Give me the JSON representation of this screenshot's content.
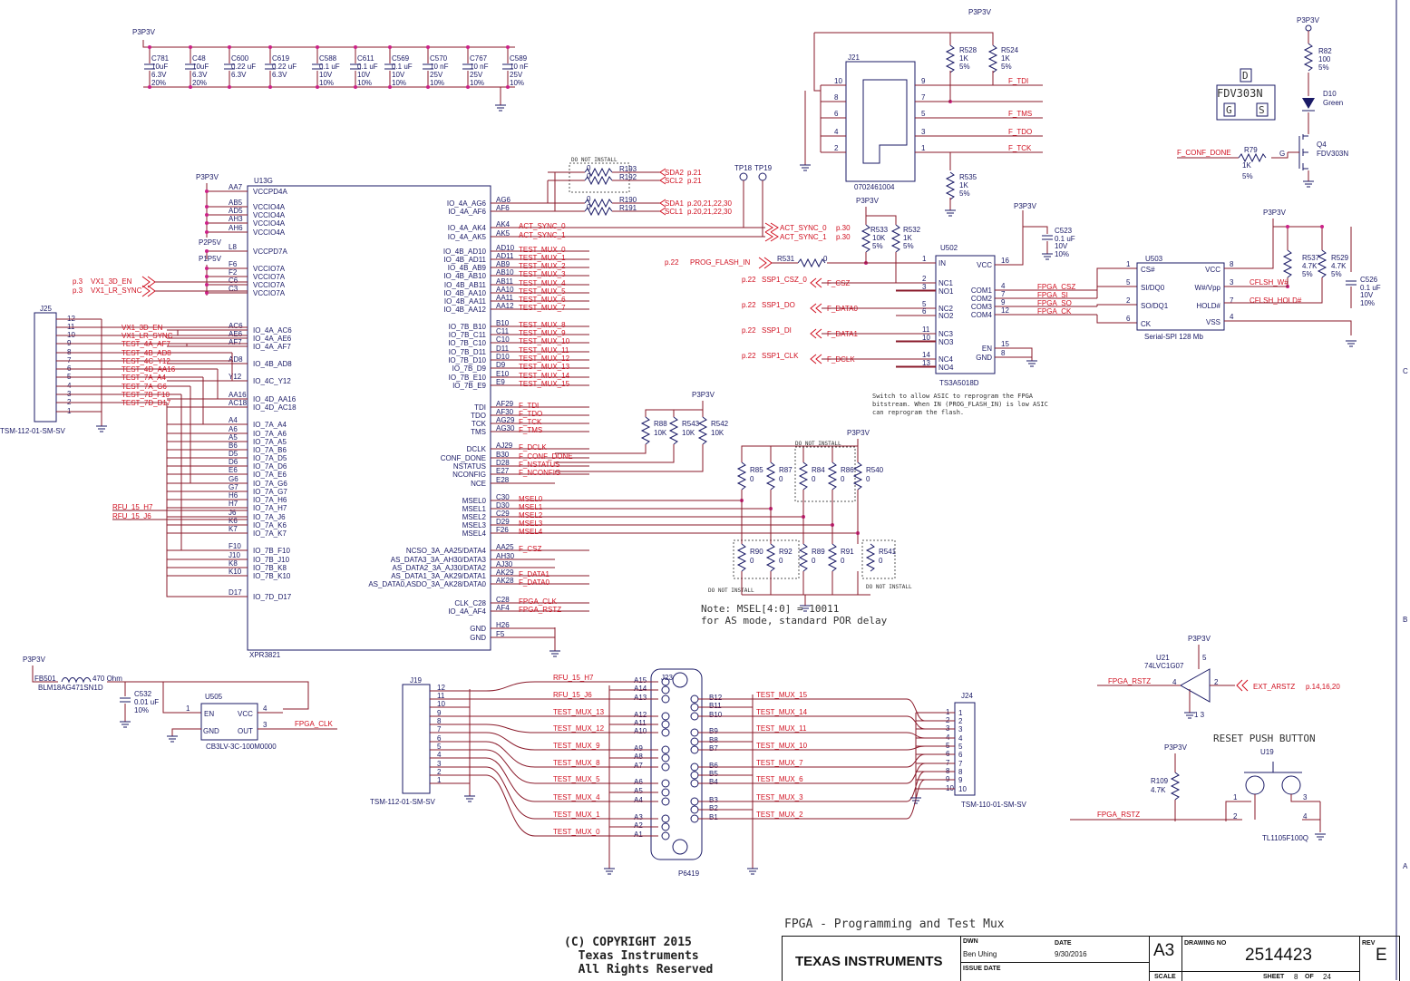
{
  "sheet": {
    "title": "FPGA - Programming and Test Mux",
    "copyright": [
      "(C) COPYRIGHT 2015",
      "  Texas Instruments",
      "  All Rights Reserved"
    ],
    "company": "TEXAS INSTRUMENTS",
    "dwn_label": "DWN",
    "dwn_value": "Ben Uhing",
    "date_label": "DATE",
    "date_value": "9/30/2016",
    "issue_label": "ISSUE DATE",
    "size": "A3",
    "drawing_no_label": "DRAWING NO",
    "drawing_no": "2514423",
    "rev_label": "REV",
    "rev": "E",
    "scale_label": "SCALE",
    "sheet_label": "SHEET",
    "sheet_no": "8",
    "of_label": "OF",
    "sheet_total": "24",
    "zone_b": "B",
    "zone_c": "C",
    "zone_a": "A"
  },
  "caps": {
    "rail": "P3P3V",
    "items": [
      {
        "ref": "C781",
        "val": "10uF",
        "v": "6.3V",
        "tol": "20%"
      },
      {
        "ref": "C48",
        "val": "10uF",
        "v": "6.3V",
        "tol": "20%"
      },
      {
        "ref": "C600",
        "val": "0.22 uF",
        "v": "6.3V",
        "tol": ""
      },
      {
        "ref": "C619",
        "val": "0.22 uF",
        "v": "6.3V",
        "tol": ""
      },
      {
        "ref": "C588",
        "val": "0.1 uF",
        "v": "10V",
        "tol": "10%"
      },
      {
        "ref": "C611",
        "val": "0.1 uF",
        "v": "10V",
        "tol": "10%"
      },
      {
        "ref": "C569",
        "val": "0.1 uF",
        "v": "10V",
        "tol": "10%"
      },
      {
        "ref": "C570",
        "val": "10 nF",
        "v": "25V",
        "tol": "10%"
      },
      {
        "ref": "C767",
        "val": "10 nF",
        "v": "25V",
        "tol": "10%"
      },
      {
        "ref": "C589",
        "val": "10 nF",
        "v": "25V",
        "tol": "10%"
      }
    ]
  },
  "u13": {
    "ref": "U13G",
    "part": "XPR3821",
    "rails": [
      "P3P3V",
      "P2P5V",
      "P1P5V"
    ],
    "left_pins": [
      {
        "ball": "AA7",
        "name": "VCCPD4A"
      },
      {
        "ball": "AB5",
        "name": "VCCIO4A"
      },
      {
        "ball": "AD5",
        "name": "VCCIO4A"
      },
      {
        "ball": "AH3",
        "name": "VCCIO4A"
      },
      {
        "ball": "AH6",
        "name": "VCCIO4A"
      },
      {
        "ball": "L8",
        "name": "VCCPD7A"
      },
      {
        "ball": "F6",
        "name": "VCCIO7A"
      },
      {
        "ball": "F2",
        "name": "VCCIO7A"
      },
      {
        "ball": "C6",
        "name": "VCCIO7A"
      },
      {
        "ball": "C3",
        "name": "VCCIO7A"
      },
      {
        "ball": "AC6",
        "name": "IO_4A_AC6"
      },
      {
        "ball": "AE6",
        "name": "IO_4A_AE6"
      },
      {
        "ball": "AF7",
        "name": "IO_4A_AF7"
      },
      {
        "ball": "AD8",
        "name": "IO_4B_AD8"
      },
      {
        "ball": "Y12",
        "name": "IO_4C_Y12"
      },
      {
        "ball": "AA16",
        "name": "IO_4D_AA16"
      },
      {
        "ball": "AC18",
        "name": "IO_4D_AC18"
      },
      {
        "ball": "A4",
        "name": "IO_7A_A4"
      },
      {
        "ball": "A6",
        "name": "IO_7A_A6"
      },
      {
        "ball": "A5",
        "name": "IO_7A_A5"
      },
      {
        "ball": "B6",
        "name": "IO_7A_B6"
      },
      {
        "ball": "D5",
        "name": "IO_7A_D5"
      },
      {
        "ball": "D6",
        "name": "IO_7A_D6"
      },
      {
        "ball": "E6",
        "name": "IO_7A_E6"
      },
      {
        "ball": "G6",
        "name": "IO_7A_G6"
      },
      {
        "ball": "G7",
        "name": "IO_7A_G7"
      },
      {
        "ball": "H6",
        "name": "IO_7A_H6"
      },
      {
        "ball": "H7",
        "name": "IO_7A_H7"
      },
      {
        "ball": "J6",
        "name": "IO_7A_J6"
      },
      {
        "ball": "K6",
        "name": "IO_7A_K6"
      },
      {
        "ball": "K7",
        "name": "IO_7A_K7"
      },
      {
        "ball": "F10",
        "name": "IO_7B_F10"
      },
      {
        "ball": "J10",
        "name": "IO_7B_J10"
      },
      {
        "ball": "K8",
        "name": "IO_7B_K8"
      },
      {
        "ball": "K10",
        "name": "IO_7B_K10"
      },
      {
        "ball": "D17",
        "name": "IO_7D_D17"
      }
    ],
    "right_pins": [
      {
        "name": "IO_4A_AG6",
        "ball": "AG6",
        "net": ""
      },
      {
        "name": "IO_4A_AF6",
        "ball": "AF6",
        "net": ""
      },
      {
        "name": "IO_4A_AK4",
        "ball": "AK4",
        "net": "ACT_SYNC_0"
      },
      {
        "name": "IO_4A_AK5",
        "ball": "AK5",
        "net": "ACT_SYNC_1"
      },
      {
        "name": "IO_4B_AD10",
        "ball": "AD10",
        "net": "TEST_MUX_0"
      },
      {
        "name": "IO_4B_AD11",
        "ball": "AD11",
        "net": "TEST_MUX_1"
      },
      {
        "name": "IO_4B_AB9",
        "ball": "AB9",
        "net": "TEST_MUX_2"
      },
      {
        "name": "IO_4B_AB10",
        "ball": "AB10",
        "net": "TEST_MUX_3"
      },
      {
        "name": "IO_4B_AB11",
        "ball": "AB11",
        "net": "TEST_MUX_4"
      },
      {
        "name": "IO_4B_AA10",
        "ball": "AA10",
        "net": "TEST_MUX_5"
      },
      {
        "name": "IO_4B_AA11",
        "ball": "AA11",
        "net": "TEST_MUX_6"
      },
      {
        "name": "IO_4B_AA12",
        "ball": "AA12",
        "net": "TEST_MUX_7"
      },
      {
        "name": "IO_7B_B10",
        "ball": "B10",
        "net": "TEST_MUX_8"
      },
      {
        "name": "IO_7B_C11",
        "ball": "C11",
        "net": "TEST_MUX_9"
      },
      {
        "name": "IO_7B_C10",
        "ball": "C10",
        "net": "TEST_MUX_10"
      },
      {
        "name": "IO_7B_D11",
        "ball": "D11",
        "net": "TEST_MUX_11"
      },
      {
        "name": "IO_7B_D10",
        "ball": "D10",
        "net": "TEST_MUX_12"
      },
      {
        "name": "IO_7B_D9",
        "ball": "D9",
        "net": "TEST_MUX_13"
      },
      {
        "name": "IO_7B_E10",
        "ball": "E10",
        "net": "TEST_MUX_14"
      },
      {
        "name": "IO_7B_E9",
        "ball": "E9",
        "net": "TEST_MUX_15"
      },
      {
        "name": "TDI",
        "ball": "AF29",
        "net": "F_TDI"
      },
      {
        "name": "TDO",
        "ball": "AF30",
        "net": "F_TDO"
      },
      {
        "name": "TCK",
        "ball": "AG29",
        "net": "F_TCK"
      },
      {
        "name": "TMS",
        "ball": "AG30",
        "net": "F_TMS"
      },
      {
        "name": "DCLK",
        "ball": "AJ29",
        "net": "F_DCLK"
      },
      {
        "name": "CONF_DONE",
        "ball": "B30",
        "net": "F_CONF_DONE"
      },
      {
        "name": "NSTATUS",
        "ball": "D28",
        "net": "F_NSTATUS"
      },
      {
        "name": "NCONFIG",
        "ball": "E27",
        "net": "F_NCONFIG"
      },
      {
        "name": "NCE",
        "ball": "E28",
        "net": ""
      },
      {
        "name": "MSEL0",
        "ball": "C30",
        "net": "MSEL0"
      },
      {
        "name": "MSEL1",
        "ball": "D30",
        "net": "MSEL1"
      },
      {
        "name": "MSEL2",
        "ball": "C29",
        "net": "MSEL2"
      },
      {
        "name": "MSEL3",
        "ball": "D29",
        "net": "MSEL3"
      },
      {
        "name": "MSEL4",
        "ball": "F26",
        "net": "MSEL4"
      },
      {
        "name": "NCSO_3A_AA25/DATA4",
        "ball": "AA25",
        "net": "F_CSZ"
      },
      {
        "name": "AS_DATA3_3A_AH30/DATA3",
        "ball": "AH30",
        "net": ""
      },
      {
        "name": "AS_DATA2_3A_AJ30/DATA2",
        "ball": "AJ30",
        "net": ""
      },
      {
        "name": "AS_DATA1_3A_AK29/DATA1",
        "ball": "AK29",
        "net": "F_DATA1"
      },
      {
        "name": "AS_DATA0,ASDO_3A_AK28/DATA0",
        "ball": "AK28",
        "net": "F_DATA0"
      },
      {
        "name": "CLK_C28",
        "ball": "C28",
        "net": "FPGA_CLK"
      },
      {
        "name": "IO_4A_AF4",
        "ball": "AF4",
        "net": "FPGA_RSTZ"
      },
      {
        "name": "GND",
        "ball": "H26",
        "net": ""
      },
      {
        "name": "GND",
        "ball": "F5",
        "net": ""
      }
    ]
  },
  "i2c": {
    "dni": "DO NOT INSTALL",
    "rows": [
      {
        "ref": "R193",
        "val": "0",
        "net": "SDA2",
        "page": "p.21"
      },
      {
        "ref": "R192",
        "val": "0",
        "net": "SCL2",
        "page": "p.21"
      },
      {
        "ref": "R190",
        "val": "0",
        "net": "SDA1",
        "page": "p.20,21,22,30"
      },
      {
        "ref": "R191",
        "val": "0",
        "net": "SCL1",
        "page": "p.20,21,22,30"
      }
    ],
    "tp": [
      "TP18",
      "TP19"
    ]
  },
  "j25": {
    "ref": "J25",
    "part": "TSM-112-01-SM-SV",
    "pins": [
      "12",
      "11",
      "10",
      "9",
      "8",
      "7",
      "6",
      "5",
      "4",
      "3",
      "2",
      "1"
    ],
    "nets": [
      "",
      "VX1_3D_EN",
      "VX1_LR_SYNC",
      "TEST_4A_AF7",
      "TEST_4B_AD8",
      "TEST_4C_Y12",
      "TEST_4D_AA16",
      "TEST_7A_A4",
      "TEST_7A_G6",
      "TEST_7B_F10",
      "TEST_7D_D17",
      ""
    ],
    "pg": "p.3",
    "in1": "VX1_3D_EN",
    "in2": "VX1_LR_SYNC",
    "rfu1": "RFU_15_H7",
    "rfu2": "RFU_15_J6"
  },
  "j21": {
    "ref": "J21",
    "part": "0702461004",
    "left": [
      "10",
      "8",
      "6",
      "4",
      "2"
    ],
    "right": [
      "9",
      "7",
      "5",
      "3",
      "1"
    ],
    "nets": [
      "F_TDI",
      "F_TMS",
      "F_TDO",
      "F_TCK"
    ],
    "pullups": [
      {
        "ref": "R528",
        "val": "1K",
        "tol": "5%"
      },
      {
        "ref": "R524",
        "val": "1K",
        "tol": "5%"
      },
      {
        "ref": "R535",
        "val": "1K",
        "tol": "5%"
      }
    ],
    "rail": "P3P3V"
  },
  "u502": {
    "ref": "U502",
    "part": "TS3A5018D",
    "rail": "P3P3V",
    "pins_l": [
      {
        "n": "1",
        "name": "IN"
      },
      {
        "n": "2",
        "name": "NC1"
      },
      {
        "n": "3",
        "name": "NO1"
      },
      {
        "n": "5",
        "name": "NC2"
      },
      {
        "n": "6",
        "name": "NO2"
      },
      {
        "n": "11",
        "name": "NC3"
      },
      {
        "n": "10",
        "name": "NO3"
      },
      {
        "n": "14",
        "name": "NC4"
      },
      {
        "n": "13",
        "name": "NO4"
      }
    ],
    "pins_r": [
      {
        "n": "16",
        "name": "VCC"
      },
      {
        "n": "4",
        "name": "COM1"
      },
      {
        "n": "7",
        "name": "COM2"
      },
      {
        "n": "9",
        "name": "COM3"
      },
      {
        "n": "12",
        "name": "COM4"
      },
      {
        "n": "15",
        "name": "EN"
      },
      {
        "n": "8",
        "name": "GND"
      }
    ],
    "r533": {
      "ref": "R533",
      "val": "10K",
      "tol": "5%"
    },
    "r532": {
      "ref": "R532",
      "val": "1K",
      "tol": "5%"
    },
    "r531": {
      "ref": "R531",
      "val": "0"
    },
    "prog": "PROG_FLASH_IN",
    "p22": "p.22",
    "p30": "p.30",
    "ssp": [
      {
        "sig": "SSP1_CSZ_0",
        "net": "F_CSZ"
      },
      {
        "sig": "SSP1_DO",
        "net": "F_DATA0"
      },
      {
        "sig": "SSP1_DI",
        "net": "F_DATA1"
      },
      {
        "sig": "SSP1_CLK",
        "net": "F_DCLK"
      }
    ],
    "note": [
      "Switch to allow ASIC to reprogram the FPGA",
      "bitstream. When IN (PROG_FLASH_IN) is low ASIC",
      "can reprogram the flash."
    ]
  },
  "c523": {
    "ref": "C523",
    "val": "0.1 uF",
    "v": "10V",
    "tol": "10%",
    "rail": "P3P3V"
  },
  "u503": {
    "ref": "U503",
    "part": "Serial-SPI 128 Mb",
    "rail": "P3P3V",
    "pins_l": [
      {
        "n": "1",
        "name": "CS#"
      },
      {
        "n": "5",
        "name": "SI/DQ0"
      },
      {
        "n": "2",
        "name": "SO/DQ1"
      },
      {
        "n": "6",
        "name": "CK"
      }
    ],
    "pins_r": [
      {
        "n": "8",
        "name": "VCC"
      },
      {
        "n": "3",
        "name": "W#/Vpp"
      },
      {
        "n": "7",
        "name": "HOLD#"
      },
      {
        "n": "4",
        "name": "VSS"
      }
    ],
    "nets_l": [
      "FPGA_CSZ",
      "FPGA_SI",
      "FPGA_SO",
      "FPGA_CK"
    ],
    "nets_r": [
      "CFLSH_W#",
      "CFLSH_HOLD#"
    ],
    "r537": {
      "ref": "R537",
      "val": "4.7K",
      "tol": "5%"
    },
    "r529": {
      "ref": "R529",
      "val": "4.7K",
      "tol": "5%"
    },
    "c526": {
      "ref": "C526",
      "val": "0.1 uF",
      "v": "10V",
      "tol": "10%"
    }
  },
  "led": {
    "rail": "P3P3V",
    "r82": {
      "ref": "R82",
      "val": "100",
      "tol": "5%"
    },
    "d10": {
      "ref": "D10",
      "color": "Green"
    },
    "fet": "FDV303N",
    "q4": "Q4",
    "fd": "D",
    "fg": "G",
    "fs": "S",
    "gate": "G",
    "r79": {
      "ref": "R79",
      "val": "1K",
      "tol": "5%"
    },
    "net": "F_CONF_DONE"
  },
  "msel": {
    "rail": "P3P3V",
    "dni": "DO NOT INSTALL",
    "top": [
      {
        "ref": "R85",
        "val": "0"
      },
      {
        "ref": "R87",
        "val": "0"
      },
      {
        "ref": "R84",
        "val": "0"
      },
      {
        "ref": "R86",
        "val": "0"
      },
      {
        "ref": "R540",
        "val": "0"
      }
    ],
    "bot": [
      {
        "ref": "R90",
        "val": "0"
      },
      {
        "ref": "R92",
        "val": "0"
      },
      {
        "ref": "R89",
        "val": "0"
      },
      {
        "ref": "R91",
        "val": "0"
      },
      {
        "ref": "R541",
        "val": "0"
      }
    ],
    "jtag_pu": [
      {
        "ref": "R88",
        "val": "10K"
      },
      {
        "ref": "R543",
        "val": "10K"
      },
      {
        "ref": "R542",
        "val": "10K"
      }
    ],
    "note": [
      "Note: MSEL[4:0] = 10011",
      "for AS mode, standard POR delay"
    ]
  },
  "osc": {
    "fb": "FB501",
    "fbval": "470 Ohm",
    "fbpart": "BLM18AG471SN1D",
    "rail": "P3P3V",
    "c532": {
      "ref": "C532",
      "val": "0.01 uF",
      "tol": "10%"
    },
    "ref": "U505",
    "part": "CB3LV-3C-100M0000",
    "pins": [
      {
        "n": "1",
        "name": "EN"
      },
      {
        "n": "2",
        "name": "GND"
      },
      {
        "n": "4",
        "name": "VCC"
      },
      {
        "n": "3",
        "name": "OUT"
      }
    ],
    "net": "FPGA_CLK"
  },
  "j19": {
    "ref": "J19",
    "part": "TSM-112-01-SM-SV",
    "pins": [
      "12",
      "11",
      "10",
      "9",
      "8",
      "7",
      "6",
      "5",
      "4",
      "3",
      "2",
      "1"
    ],
    "nets": [
      "RFU_15_H7",
      "RFU_15_J6",
      "TEST_MUX_13",
      "TEST_MUX_12",
      "TEST_MUX_9",
      "TEST_MUX_8",
      "TEST_MUX_5",
      "TEST_MUX_4",
      "TEST_MUX_1",
      "TEST_MUX_0"
    ]
  },
  "j23": {
    "ref": "J23",
    "part": "P6419",
    "left": [
      "A15",
      "A14",
      "A13",
      "A12",
      "A11",
      "A10",
      "A9",
      "A8",
      "A7",
      "A6",
      "A5",
      "A4",
      "A3",
      "A2",
      "A1"
    ],
    "right": [
      "B12",
      "B11",
      "B10",
      "B9",
      "B8",
      "B7",
      "B6",
      "B5",
      "B4",
      "B3",
      "B2",
      "B1"
    ],
    "nets_r": [
      "TEST_MUX_15",
      "TEST_MUX_14",
      "TEST_MUX_11",
      "TEST_MUX_10",
      "TEST_MUX_7",
      "TEST_MUX_6",
      "TEST_MUX_3",
      "TEST_MUX_2"
    ]
  },
  "j24": {
    "ref": "J24",
    "part": "TSM-110-01-SM-SV",
    "pins": [
      "1",
      "2",
      "3",
      "4",
      "5",
      "6",
      "7",
      "8",
      "9",
      "10"
    ]
  },
  "u21": {
    "rail": "P3P3V",
    "ref": "U21",
    "part": "74LVC1G07",
    "in": "EXT_ARSTZ",
    "pg": "p.14,16,20",
    "out": "FPGA_RSTZ",
    "p5": "5",
    "p4": "4",
    "p2": "2",
    "p13": "1 3"
  },
  "reset": {
    "title": "RESET PUSH BUTTON",
    "rail": "P3P3V",
    "ref": "U19",
    "part": "TL1105F100Q",
    "r109": {
      "ref": "R109",
      "val": "4.7K"
    },
    "net": "FPGA_RSTZ",
    "p1": "1",
    "p2": "2",
    "p3": "3",
    "p4": "4"
  }
}
